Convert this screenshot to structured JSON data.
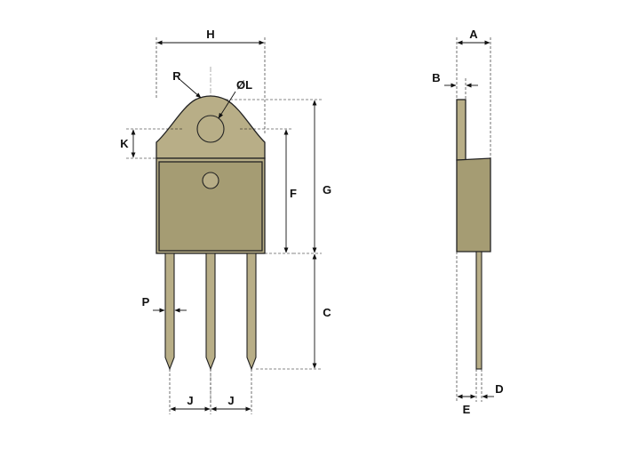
{
  "labels": {
    "H": "H",
    "R": "R",
    "L": "ØL",
    "K": "K",
    "F": "F",
    "G": "G",
    "C": "C",
    "P": "P",
    "J1": "J",
    "J2": "J",
    "A": "A",
    "B": "B",
    "D": "D",
    "E": "E"
  }
}
